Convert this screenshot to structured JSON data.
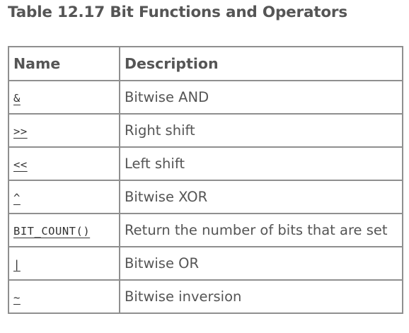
{
  "page": {
    "title": "Table 12.17 Bit Functions and Operators"
  },
  "table": {
    "headers": {
      "name": "Name",
      "description": "Description"
    },
    "rows": [
      {
        "name": "&",
        "description": "Bitwise AND"
      },
      {
        "name": ">>",
        "description": "Right shift"
      },
      {
        "name": "<<",
        "description": "Left shift"
      },
      {
        "name": "^",
        "description": "Bitwise XOR"
      },
      {
        "name": "BIT_COUNT()",
        "description": "Return the number of bits that are set"
      },
      {
        "name": "|",
        "description": "Bitwise OR"
      },
      {
        "name": "~",
        "description": "Bitwise inversion"
      }
    ]
  },
  "colors": {
    "text": "#555555",
    "link": "#333333",
    "border": "#8f8f8f",
    "background": "#ffffff"
  }
}
